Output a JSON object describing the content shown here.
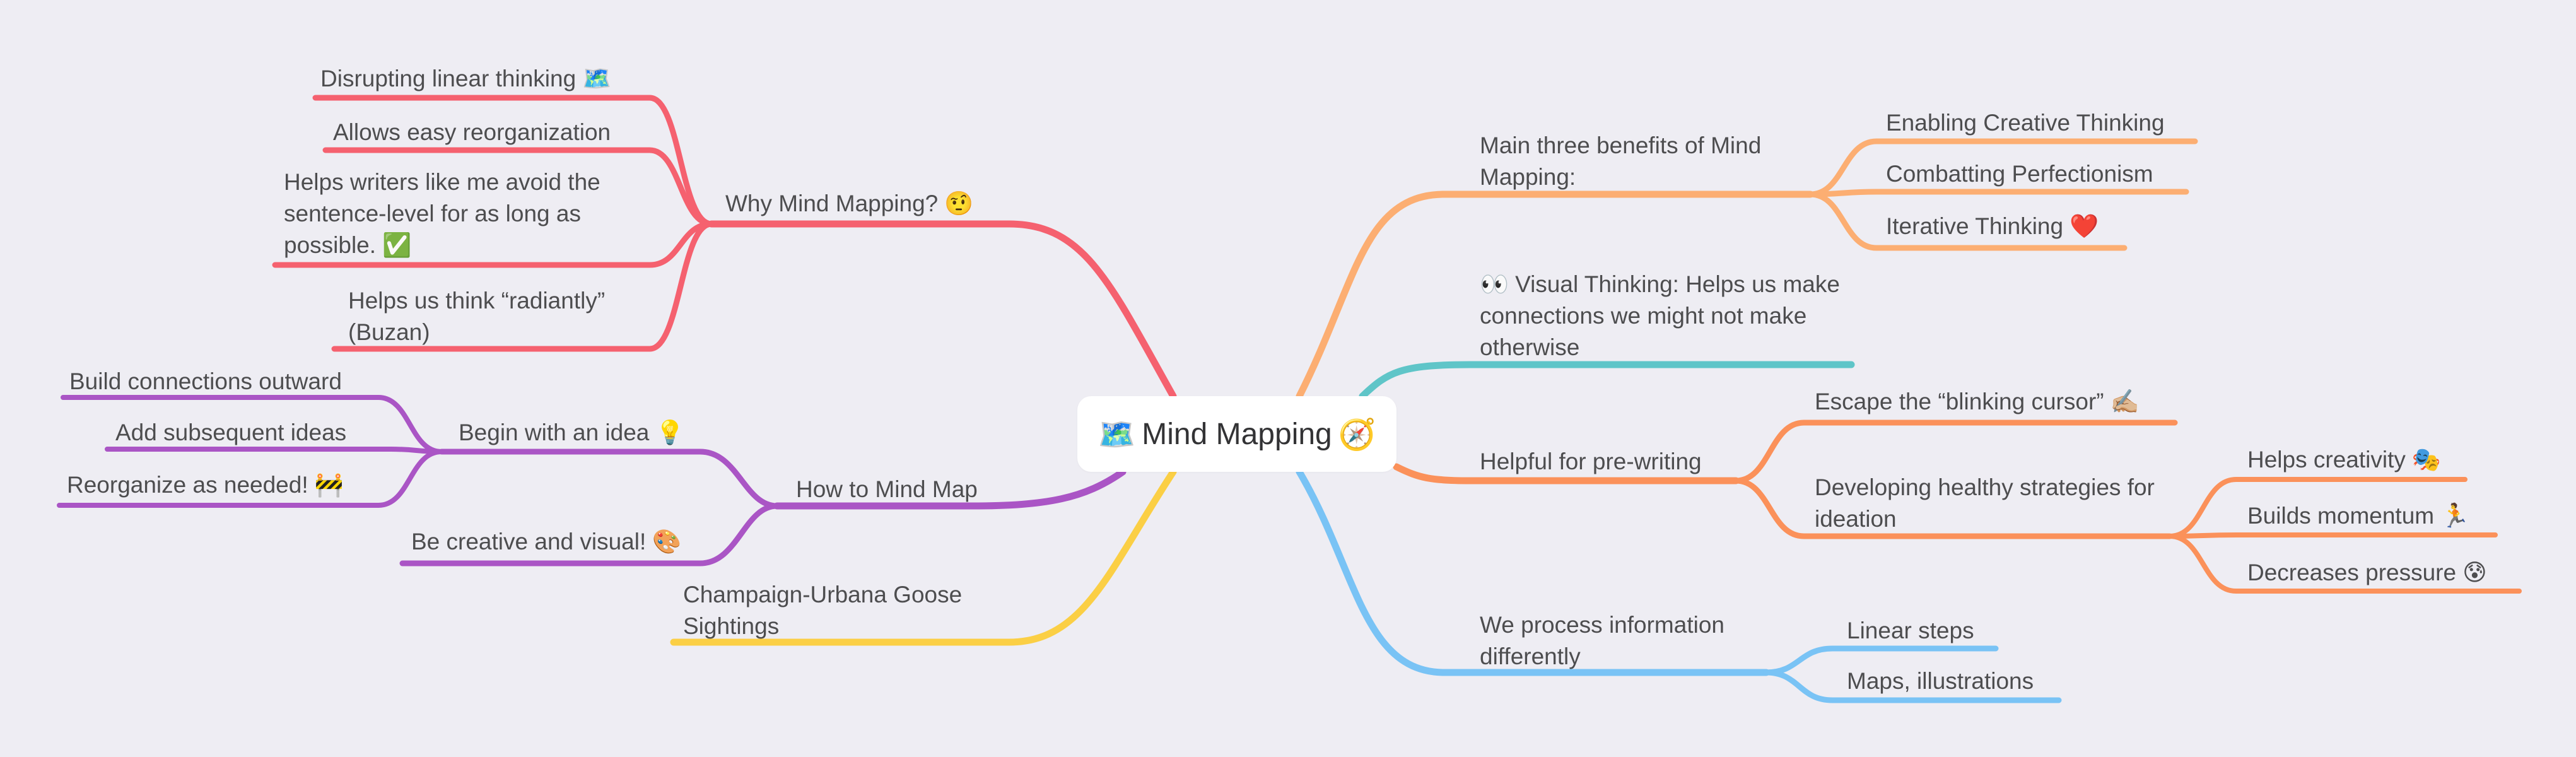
{
  "colors": {
    "background": "#eeedf3",
    "why": "#f5616f",
    "how": "#aa55c5",
    "goose": "#fbcf45",
    "benefits": "#fcae72",
    "visual": "#5fc5c8",
    "prewriting": "#fb915a",
    "process": "#79c3f5"
  },
  "central": {
    "emoji_left": "🗺️",
    "title": "Mind Mapping",
    "emoji_right": "🧭"
  },
  "why": {
    "label": "Why Mind Mapping?",
    "emoji": "🤨",
    "children": [
      {
        "text": "Disrupting linear thinking",
        "emoji": "🗺️"
      },
      {
        "text": "Allows easy reorganization",
        "emoji": ""
      },
      {
        "text": "Helps writers like me avoid the sentence-level for as long as possible.",
        "emoji": "✅"
      },
      {
        "text": "Helps us think “radiantly” (Buzan)",
        "emoji": ""
      }
    ]
  },
  "how": {
    "label": "How to Mind Map",
    "begin": {
      "label": "Begin with an idea",
      "emoji": "💡",
      "children": [
        {
          "text": "Build connections outward",
          "emoji": ""
        },
        {
          "text": "Add subsequent ideas",
          "emoji": ""
        },
        {
          "text": "Reorganize as needed!",
          "emoji": "🚧"
        }
      ]
    },
    "creative": {
      "label": "Be creative and visual!",
      "emoji": "🎨"
    }
  },
  "goose": {
    "label": "Champaign-Urbana Goose Sightings"
  },
  "benefits": {
    "label": "Main three benefits of Mind Mapping:",
    "children": [
      {
        "text": "Enabling Creative Thinking",
        "emoji": ""
      },
      {
        "text": "Combatting Perfectionism",
        "emoji": ""
      },
      {
        "text": "Iterative Thinking",
        "emoji": "❤️"
      }
    ]
  },
  "visual": {
    "emoji": "👀",
    "label": "Visual Thinking: Helps us make connections we might not make otherwise"
  },
  "prewriting": {
    "label": "Helpful for pre-writing",
    "escape": {
      "text": "Escape the “blinking cursor”",
      "emoji": "✍🏼"
    },
    "strategies": {
      "label": "Developing healthy strategies for ideation",
      "children": [
        {
          "text": "Helps creativity",
          "emoji": "🎭"
        },
        {
          "text": "Builds momentum",
          "emoji": "🏃"
        },
        {
          "text": "Decreases pressure",
          "emoji": "😰"
        }
      ]
    }
  },
  "process": {
    "label": "We process information differently",
    "children": [
      {
        "text": "Linear steps",
        "emoji": ""
      },
      {
        "text": "Maps, illustrations",
        "emoji": ""
      }
    ]
  }
}
